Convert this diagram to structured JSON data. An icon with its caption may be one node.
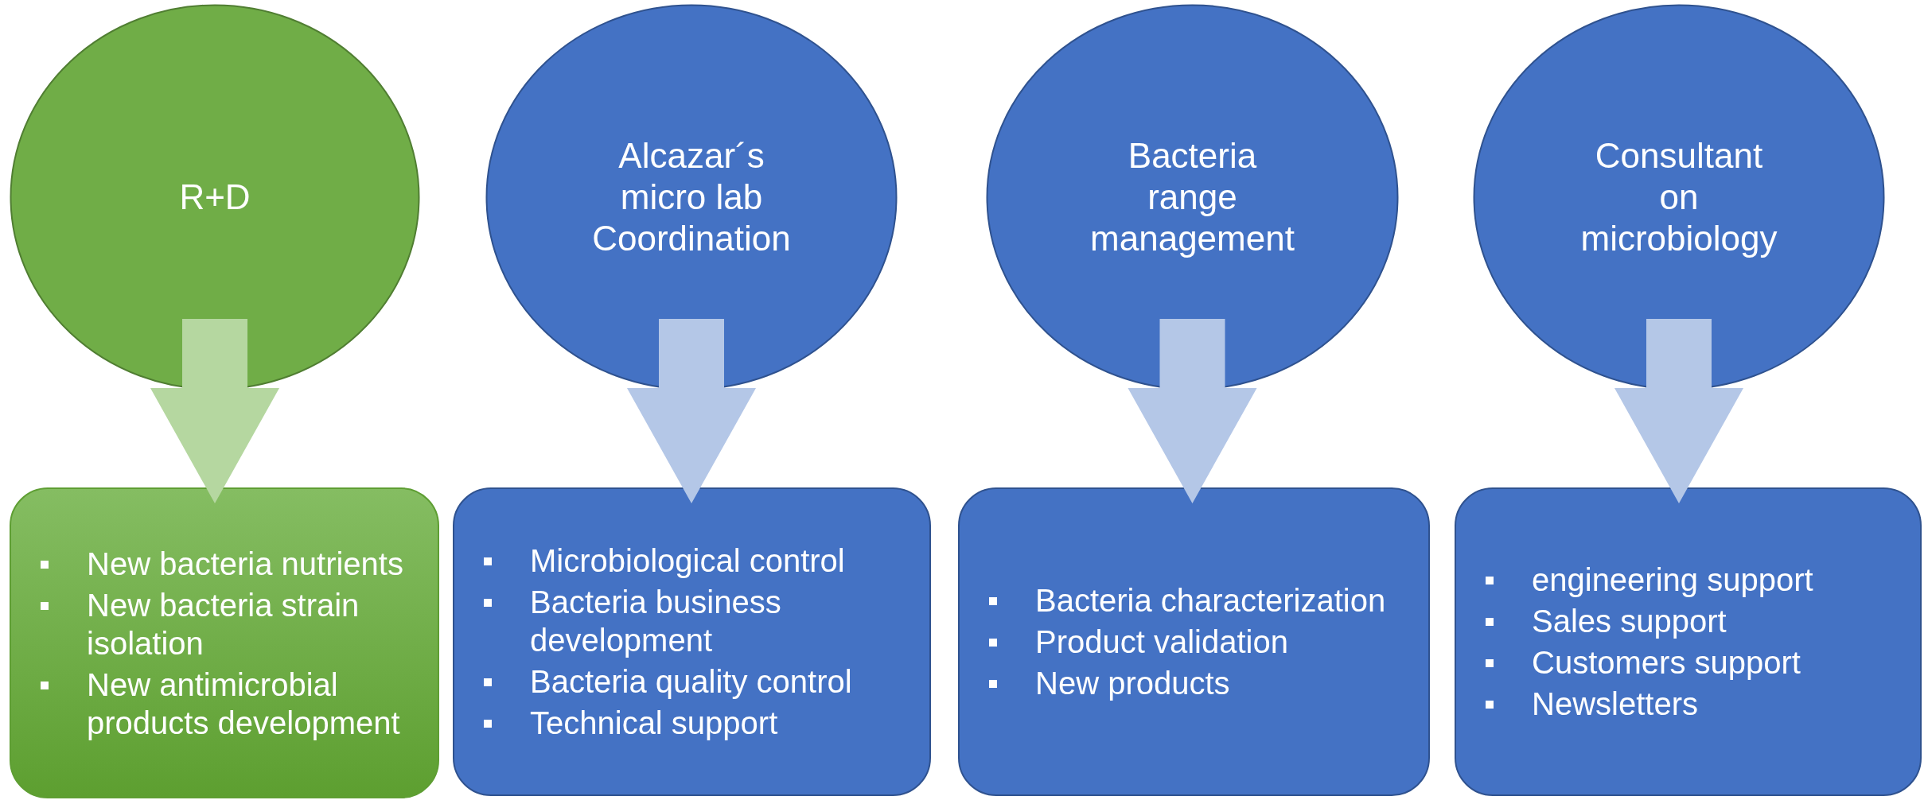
{
  "diagram": {
    "nodes": [
      {
        "text": [
          "R+D"
        ]
      },
      {
        "text": [
          "Alcazar´s micro lab Coordination"
        ]
      },
      {
        "text": [
          "Bacteria range management"
        ]
      },
      {
        "text": [
          "Consultant on microbiology"
        ]
      },
      {
        "text": [
          "New bacteria nutrients",
          "New bacteria strain isolation",
          "New antimicrobial products development"
        ]
      },
      {
        "text": [
          "Microbiological control",
          "Bacteria business development",
          "Bacteria quality control",
          "Technical support"
        ]
      },
      {
        "text": [
          "Bacteria characterization",
          "Product validation",
          "New products"
        ]
      },
      {
        "text": [
          "engineering support",
          "Sales support",
          "Customers support",
          "Newsletters"
        ]
      }
    ],
    "edges": [
      {
        "from": 0,
        "to": 4,
        "arrow": "to",
        "color": "#b5d7a0"
      },
      {
        "from": 1,
        "to": 5,
        "arrow": "to"
      },
      {
        "from": 2,
        "to": 6,
        "arrow": "to"
      },
      {
        "from": 3,
        "to": 7,
        "arrow": "to"
      }
    ]
  }
}
